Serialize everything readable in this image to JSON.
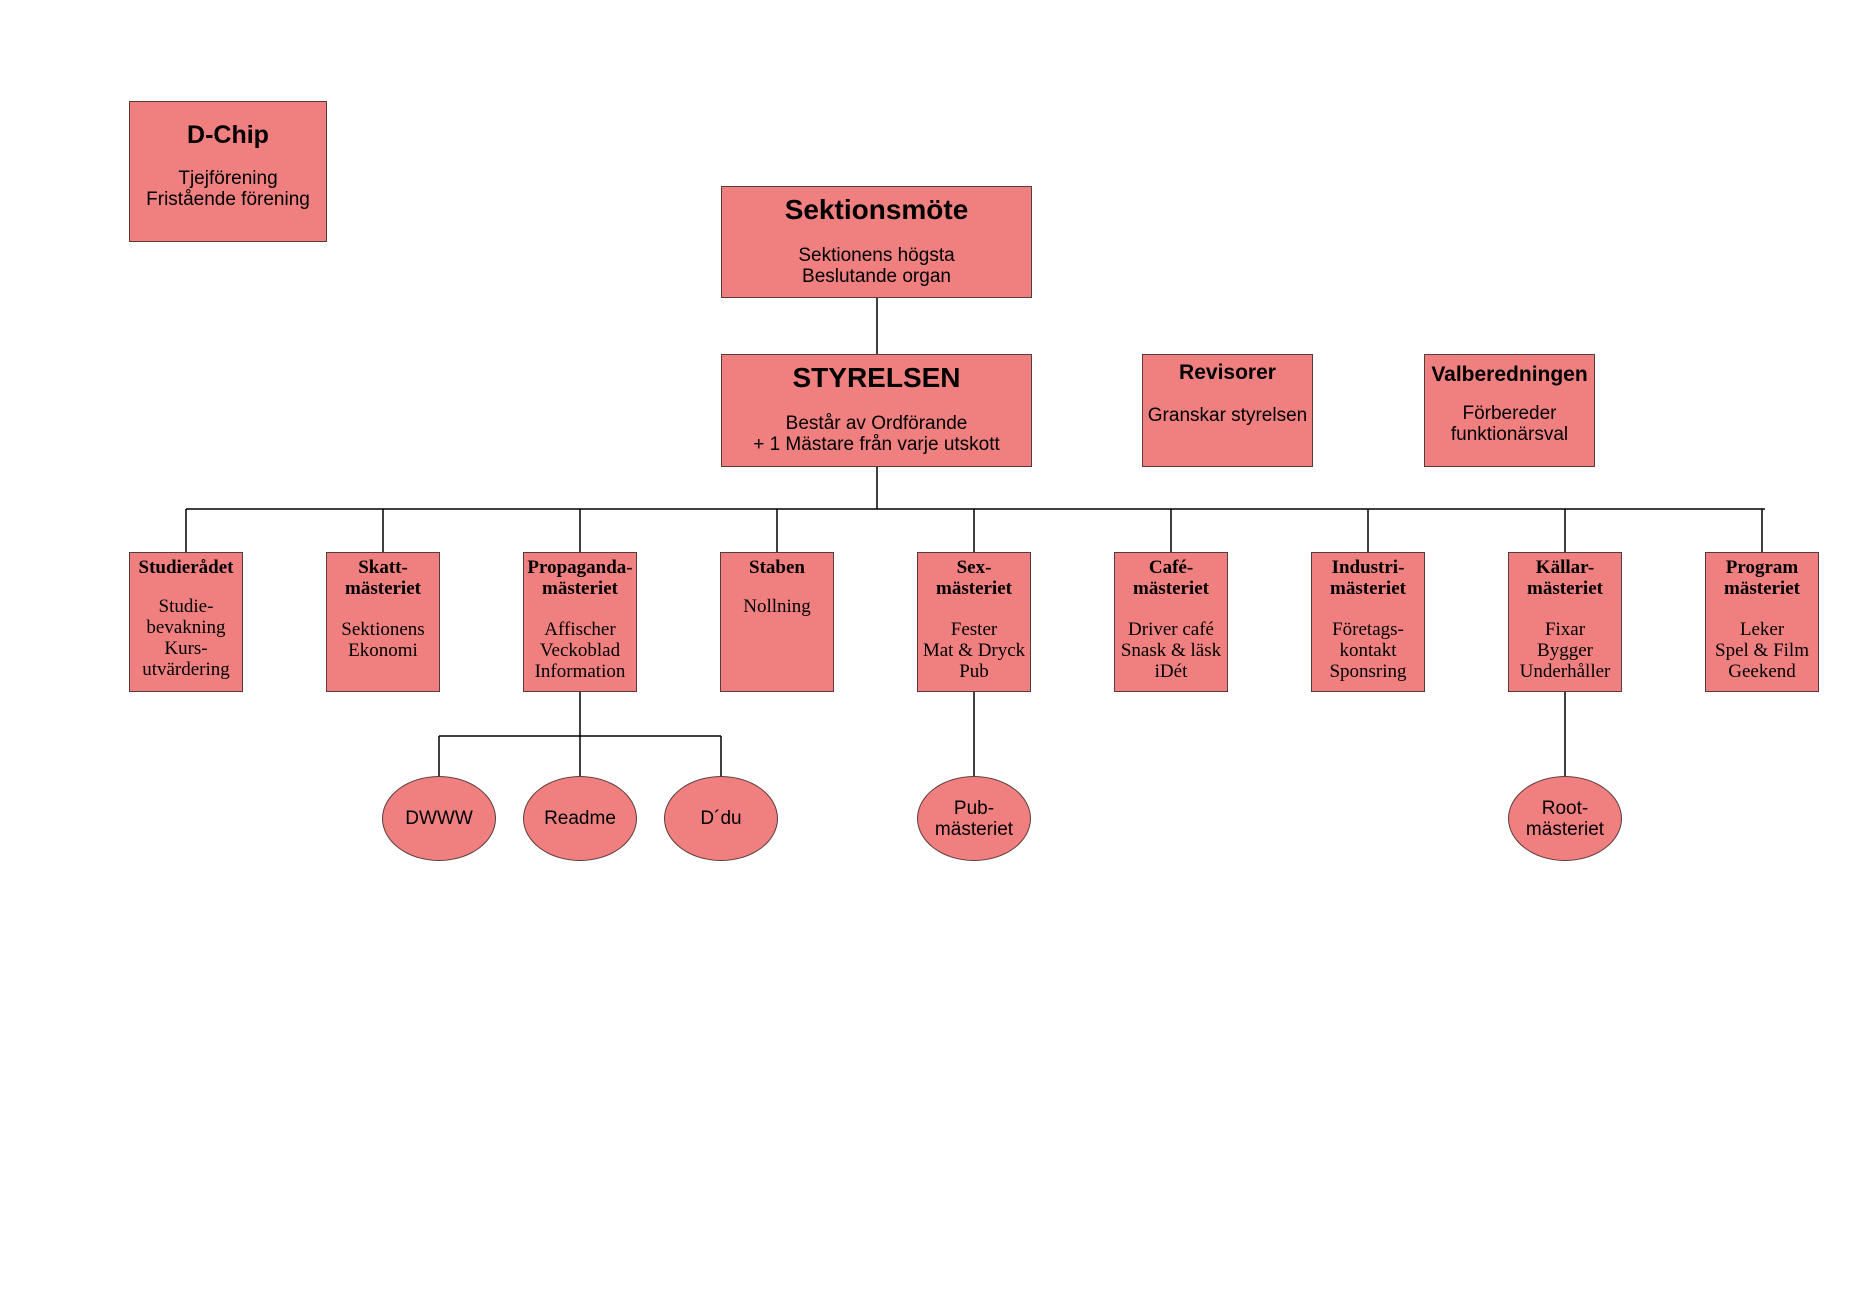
{
  "nodes": {
    "dchip": {
      "title": "D-Chip",
      "desc": "Tjejförening\nFristående förening"
    },
    "sektionsmote": {
      "title": "Sektionsmöte",
      "desc": "Sektionens högsta\nBeslutande organ"
    },
    "styrelsen": {
      "title": "STYRELSEN",
      "desc": "Består av Ordförande\n+ 1 Mästare från varje utskott"
    },
    "revisorer": {
      "title": "Revisorer",
      "desc": "Granskar styrelsen"
    },
    "valberedningen": {
      "title": "Valberedningen",
      "desc": "Förbereder\nfunktionärsval"
    }
  },
  "committees": [
    {
      "title": "Studierådet",
      "desc": "Studie-\nbevakning\nKurs-\nutvärdering"
    },
    {
      "title": "Skatt-\nmästeriet",
      "desc": "Sektionens\nEkonomi"
    },
    {
      "title": "Propaganda-\nmästeriet",
      "desc": "Affischer\nVeckoblad\nInformation"
    },
    {
      "title": "Staben",
      "desc": "Nollning"
    },
    {
      "title": "Sex-\nmästeriet",
      "desc": "Fester\nMat & Dryck\nPub"
    },
    {
      "title": "Café-\nmästeriet",
      "desc": "Driver café\nSnask & läsk\niDét"
    },
    {
      "title": "Industri-\nmästeriet",
      "desc": "Företags-\nkontakt\nSponsring"
    },
    {
      "title": "Källar-\nmästeriet",
      "desc": "Fixar\nBygger\nUnderhåller"
    },
    {
      "title": "Program\nmästeriet",
      "desc": "Leker\nSpel & Film\nGeekend"
    }
  ],
  "subgroups": {
    "dwww": "DWWW",
    "readme": "Readme",
    "ddu": "D´du",
    "pub": "Pub-\nmästeriet",
    "root": "Root-\nmästeriet"
  },
  "colors": {
    "box_fill": "#f08080",
    "box_border": "#5a3a3a",
    "line": "#000000"
  }
}
